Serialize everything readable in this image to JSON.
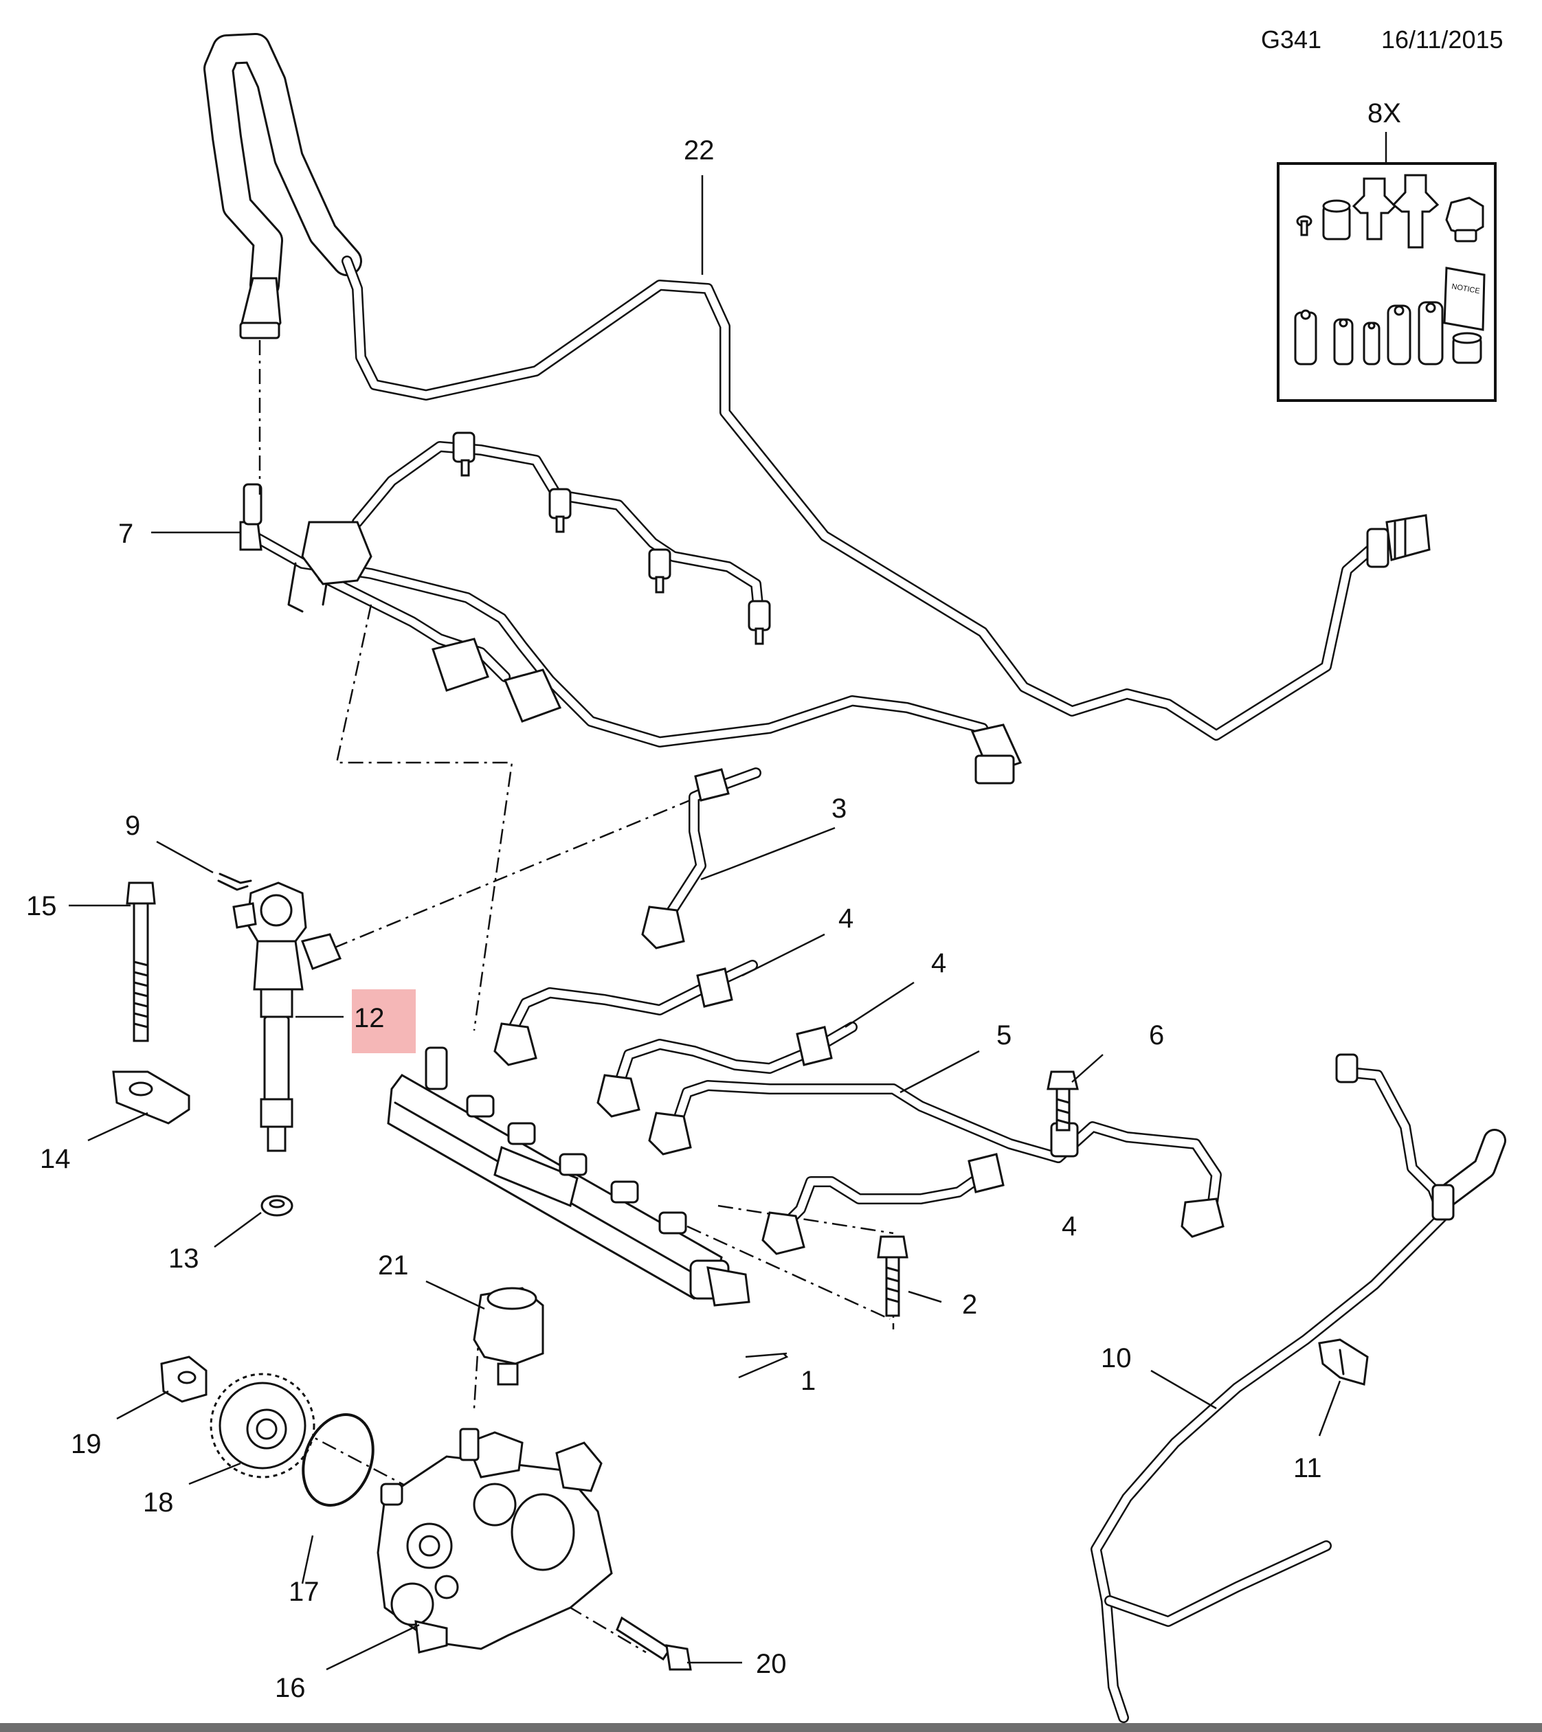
{
  "header": {
    "diagram_code": "G341",
    "date": "16/11/2015"
  },
  "kit": {
    "quantity_label": "8X",
    "notice_label": "NOTICE"
  },
  "highlight_color": "#f5b7b7",
  "callouts": [
    {
      "id": "c1",
      "label": "1"
    },
    {
      "id": "c2",
      "label": "2"
    },
    {
      "id": "c3",
      "label": "3"
    },
    {
      "id": "c4a",
      "label": "4"
    },
    {
      "id": "c4b",
      "label": "4"
    },
    {
      "id": "c4c",
      "label": "4"
    },
    {
      "id": "c5",
      "label": "5"
    },
    {
      "id": "c6",
      "label": "6"
    },
    {
      "id": "c7",
      "label": "7"
    },
    {
      "id": "c9",
      "label": "9"
    },
    {
      "id": "c10",
      "label": "10"
    },
    {
      "id": "c11",
      "label": "11"
    },
    {
      "id": "c12",
      "label": "12",
      "highlighted": true
    },
    {
      "id": "c13",
      "label": "13"
    },
    {
      "id": "c14",
      "label": "14"
    },
    {
      "id": "c15",
      "label": "15"
    },
    {
      "id": "c16",
      "label": "16"
    },
    {
      "id": "c17",
      "label": "17"
    },
    {
      "id": "c18",
      "label": "18"
    },
    {
      "id": "c19",
      "label": "19"
    },
    {
      "id": "c20",
      "label": "20"
    },
    {
      "id": "c21",
      "label": "21"
    },
    {
      "id": "c22",
      "label": "22"
    }
  ]
}
